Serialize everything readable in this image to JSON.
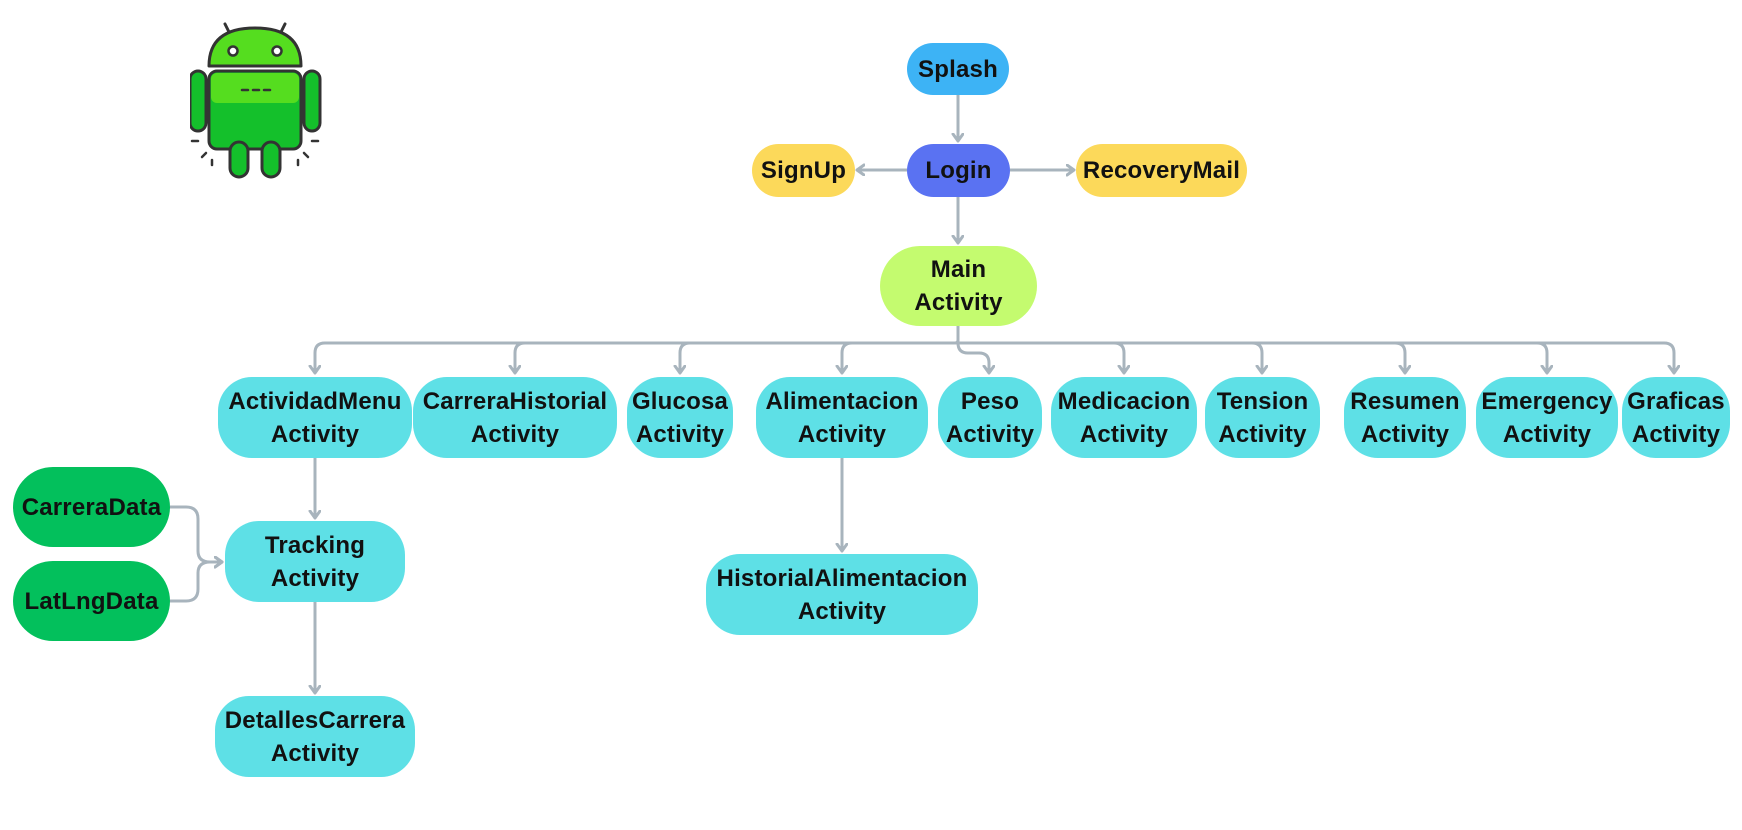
{
  "diagram": {
    "colors": {
      "splash": "#3db3f5",
      "login": "#5a72f2",
      "auth_side": "#fcd95a",
      "main": "#c4fb6f",
      "activity": "#5ee0e6",
      "data": "#03c05c",
      "edge": "#a8b4bd"
    },
    "logo_icon": "android-icon",
    "nodes": {
      "splash": {
        "line1": "Splash",
        "line2": ""
      },
      "login": {
        "line1": "Login",
        "line2": ""
      },
      "signup": {
        "line1": "SignUp",
        "line2": ""
      },
      "recovery": {
        "line1": "RecoveryMail",
        "line2": ""
      },
      "main": {
        "line1": "Main",
        "line2": "Activity"
      },
      "actividad_menu": {
        "line1": "ActividadMenu",
        "line2": "Activity"
      },
      "carrera_historial": {
        "line1": "CarreraHistorial",
        "line2": "Activity"
      },
      "glucosa": {
        "line1": "Glucosa",
        "line2": "Activity"
      },
      "alimentacion": {
        "line1": "Alimentacion",
        "line2": "Activity"
      },
      "peso": {
        "line1": "Peso",
        "line2": "Activity"
      },
      "medicacion": {
        "line1": "Medicacion",
        "line2": "Activity"
      },
      "tension": {
        "line1": "Tension",
        "line2": "Activity"
      },
      "resumen": {
        "line1": "Resumen",
        "line2": "Activity"
      },
      "emergency": {
        "line1": "Emergency",
        "line2": "Activity"
      },
      "graficas": {
        "line1": "Graficas",
        "line2": "Activity"
      },
      "tracking": {
        "line1": "Tracking",
        "line2": "Activity"
      },
      "carrera_data": {
        "line1": "CarreraData",
        "line2": ""
      },
      "latlng_data": {
        "line1": "LatLngData",
        "line2": ""
      },
      "detalles_carrera": {
        "line1": "DetallesCarrera",
        "line2": "Activity"
      },
      "historial_alimentacion": {
        "line1": "HistorialAlimentacion",
        "line2": "Activity"
      }
    },
    "edges": [
      {
        "from": "splash",
        "to": "login"
      },
      {
        "from": "login",
        "to": "signup"
      },
      {
        "from": "login",
        "to": "recovery"
      },
      {
        "from": "login",
        "to": "main"
      },
      {
        "from": "main",
        "to": "actividad_menu"
      },
      {
        "from": "main",
        "to": "carrera_historial"
      },
      {
        "from": "main",
        "to": "glucosa"
      },
      {
        "from": "main",
        "to": "alimentacion"
      },
      {
        "from": "main",
        "to": "peso"
      },
      {
        "from": "main",
        "to": "medicacion"
      },
      {
        "from": "main",
        "to": "tension"
      },
      {
        "from": "main",
        "to": "resumen"
      },
      {
        "from": "main",
        "to": "emergency"
      },
      {
        "from": "main",
        "to": "graficas"
      },
      {
        "from": "actividad_menu",
        "to": "tracking"
      },
      {
        "from": "carrera_data",
        "to": "tracking"
      },
      {
        "from": "latlng_data",
        "to": "tracking"
      },
      {
        "from": "tracking",
        "to": "detalles_carrera"
      },
      {
        "from": "alimentacion",
        "to": "historial_alimentacion"
      }
    ]
  }
}
